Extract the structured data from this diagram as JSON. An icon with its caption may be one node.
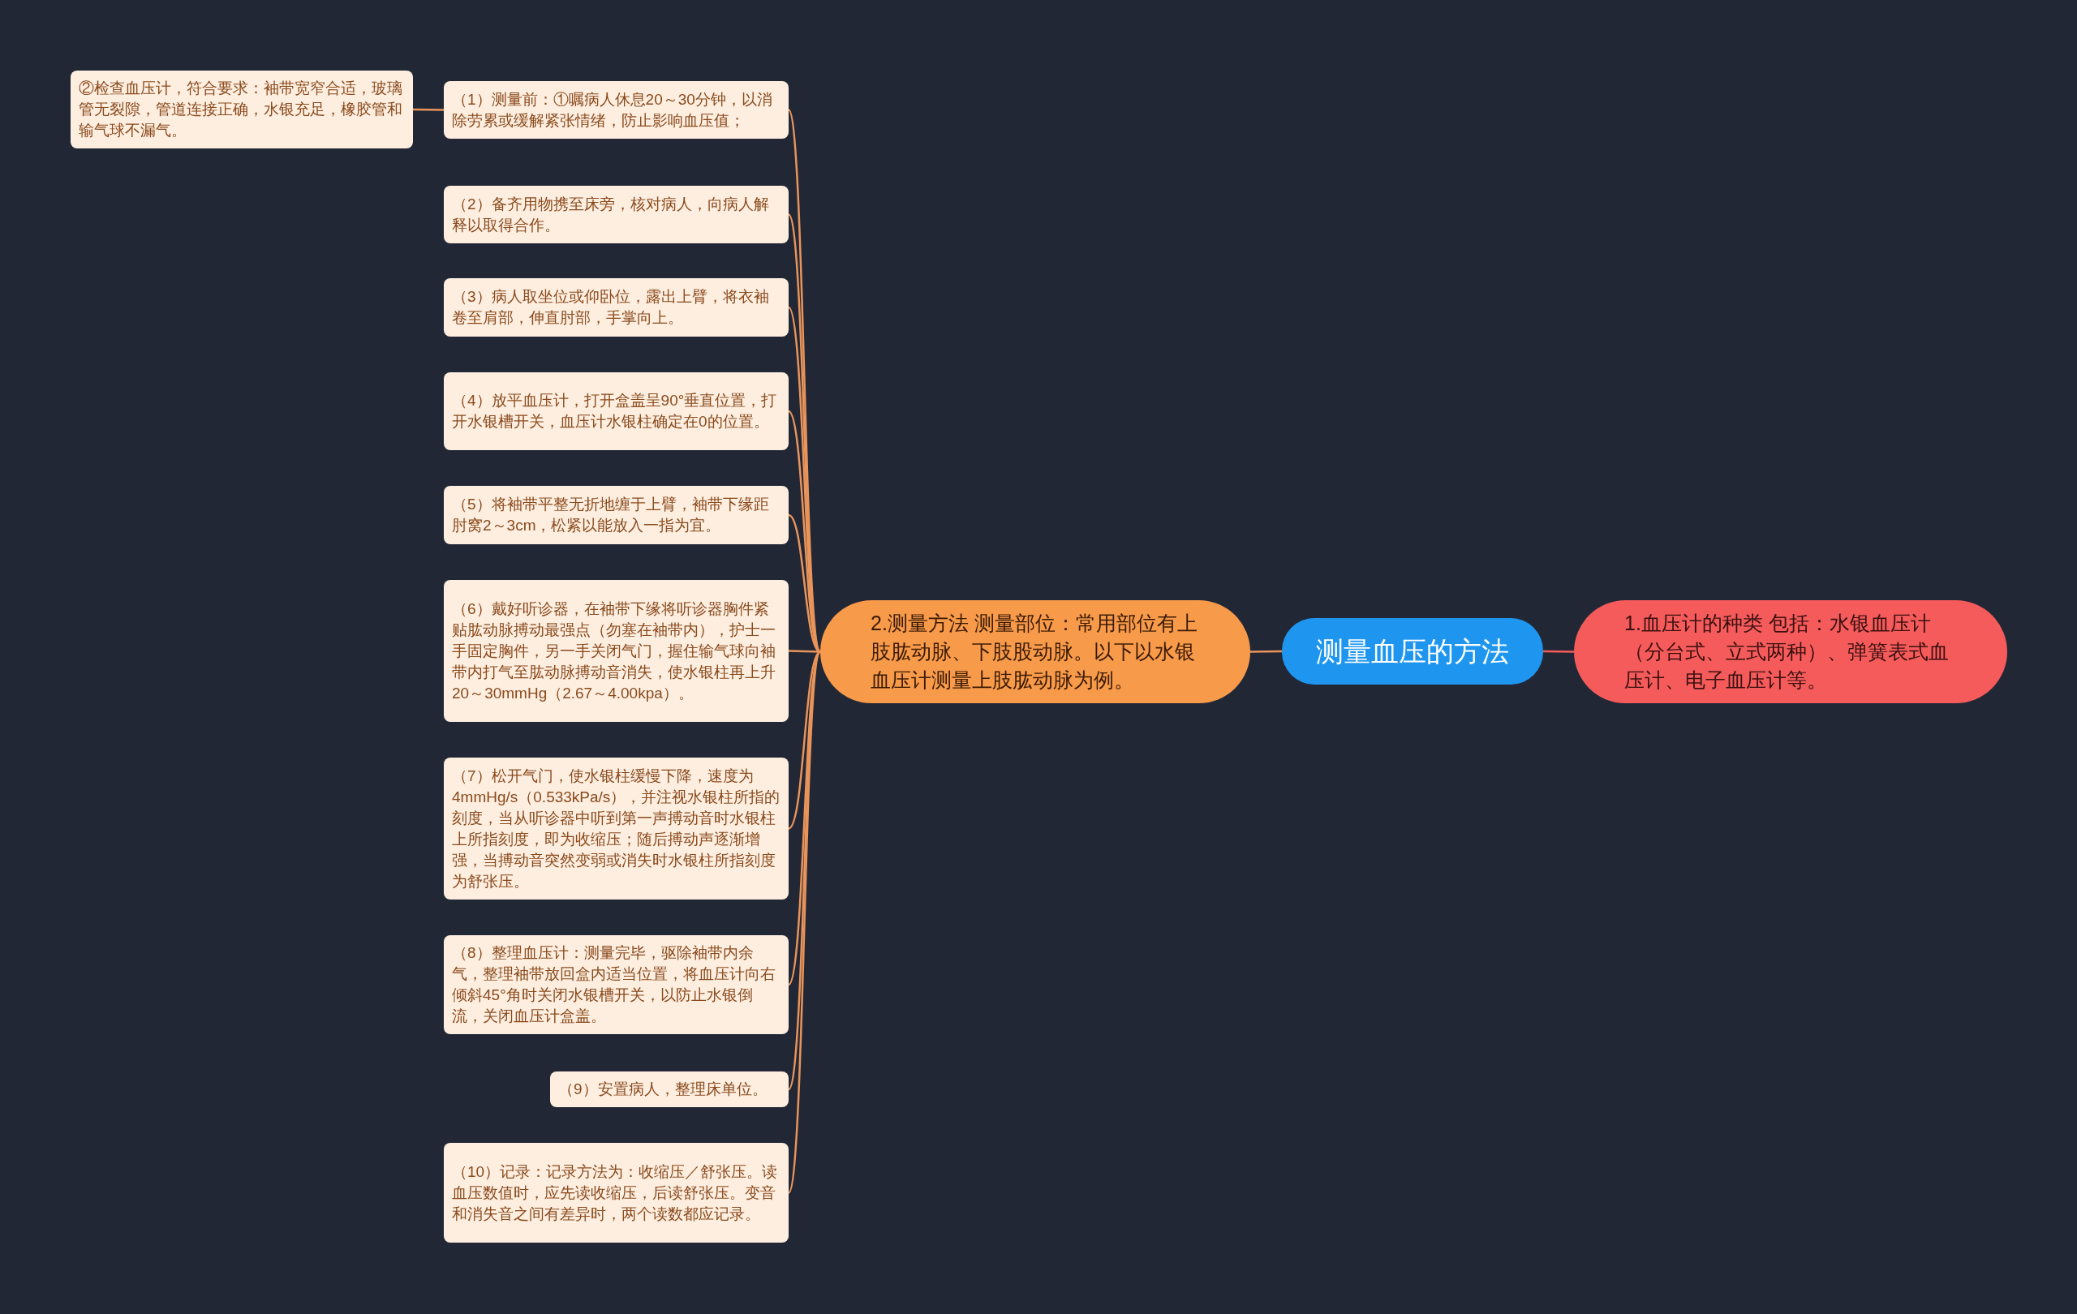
{
  "diagram": {
    "nodes": [
      {
        "text": [
          "测量血压的方法"
        ]
      },
      {
        "text": [
          "1.血压计的种类 包括：水银血压计（分台式、立式两种）、弹簧表式血压计、电子血压计等。"
        ]
      },
      {
        "text": [
          "2.测量方法 测量部位：常用部位有上肢肱动脉、下肢股动脉。以下以水银血压计测量上肢肱动脉为例。"
        ]
      },
      {
        "text": [
          "（1）测量前：①嘱病人休息20～30分钟，以消除劳累或缓解紧张情绪，防止影响血压值；"
        ]
      },
      {
        "text": [
          "（2）备齐用物携至床旁，核对病人，向病人解释以取得合作。"
        ]
      },
      {
        "text": [
          "（3）病人取坐位或仰卧位，露出上臂，将衣袖卷至肩部，伸直肘部，手掌向上。"
        ]
      },
      {
        "text": [
          "（4）放平血压计，打开盒盖呈90°垂直位置，打开水银槽开关，血压计水银柱确定在0的位置。"
        ]
      },
      {
        "text": [
          "（5）将袖带平整无折地缠于上臂，袖带下缘距肘窝2～3cm，松紧以能放入一指为宜。"
        ]
      },
      {
        "text": [
          "（6）戴好听诊器，在袖带下缘将听诊器胸件紧贴肱动脉搏动最强点（勿塞在袖带内），护士一手固定胸件，另一手关闭气门，握住输气球向袖带内打气至肱动脉搏动音消失，使水银柱再上升20～30mmHg（2.67～4.00kpa）。"
        ]
      },
      {
        "text": [
          "（7）松开气门，使水银柱缓慢下降，速度为4mmHg/s（0.533kPa/s），并注视水银柱所指的刻度，当从听诊器中听到第一声搏动音时水银柱上所指刻度，即为收缩压；随后搏动声逐渐增强，当搏动音突然变弱或消失时水银柱所指刻度为舒张压。"
        ]
      },
      {
        "text": [
          "（8）整理血压计：测量完毕，驱除袖带内余气，整理袖带放回盒内适当位置，将血压计向右倾斜45°角时关闭水银槽开关，以防止水银倒流，关闭血压计盒盖。"
        ]
      },
      {
        "text": [
          "（9）安置病人，整理床单位。"
        ]
      },
      {
        "text": [
          "（10）记录：记录方法为：收缩压／舒张压。读血压数值时，应先读收缩压，后读舒张压。变音和消失音之间有差异时，两个读数都应记录。"
        ]
      },
      {
        "text": [
          "②检查血压计，符合要求：袖带宽窄合适，玻璃管无裂隙，管道连接正确，水银充足，橡胶管和输气球不漏气。"
        ]
      }
    ],
    "edges": [
      {
        "from": 0,
        "to": 1,
        "arrow": "none",
        "color": "#f55b5b"
      },
      {
        "from": 0,
        "to": 2,
        "arrow": "none"
      },
      {
        "from": 2,
        "to": 3,
        "arrow": "none"
      },
      {
        "from": 2,
        "to": 4,
        "arrow": "none"
      },
      {
        "from": 2,
        "to": 5,
        "arrow": "none"
      },
      {
        "from": 2,
        "to": 6,
        "arrow": "none"
      },
      {
        "from": 2,
        "to": 7,
        "arrow": "none"
      },
      {
        "from": 2,
        "to": 8,
        "arrow": "none"
      },
      {
        "from": 2,
        "to": 9,
        "arrow": "none"
      },
      {
        "from": 2,
        "to": 10,
        "arrow": "none"
      },
      {
        "from": 2,
        "to": 11,
        "arrow": "none"
      },
      {
        "from": 2,
        "to": 12,
        "arrow": "none"
      },
      {
        "from": 3,
        "to": 13,
        "arrow": "none"
      }
    ]
  }
}
